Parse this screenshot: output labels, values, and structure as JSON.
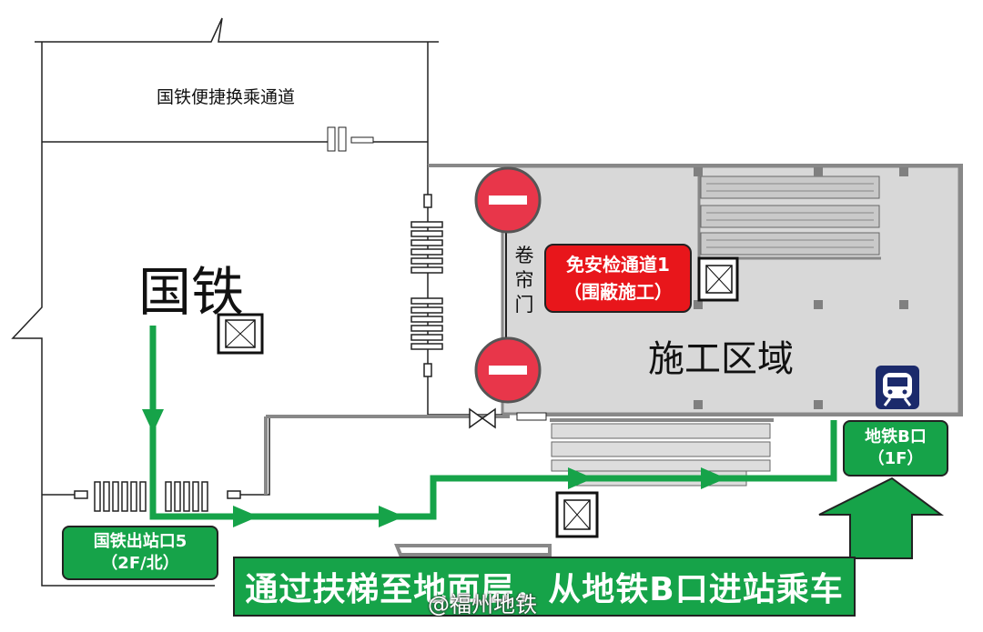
{
  "labels": {
    "transfer_passage": "国铁便捷换乘通道",
    "national_rail": "国铁",
    "construction_zone": "施工区域",
    "rolling_shutter": "卷帘门"
  },
  "no_security_channel": {
    "line1": "免安检通道1",
    "line2": "（围蔽施工）"
  },
  "metro_exit_b": {
    "line1": "地铁B口",
    "line2": "（1F）"
  },
  "rail_exit_5": {
    "line1": "国铁出站口5",
    "line2": "（2F/北）"
  },
  "instruction": "通过扶梯至地面层，从地铁B口进站乘车",
  "watermark": "@福州地铁",
  "colors": {
    "green": "#16a349",
    "red": "#e8161b",
    "construction_fill": "#d8d8d8",
    "metro_icon": "#1b2a6b"
  },
  "icons": [
    "no-entry-icon",
    "elevator-icon",
    "metro-train-icon",
    "escalator-icon",
    "turnstile-icon",
    "door-icon"
  ]
}
